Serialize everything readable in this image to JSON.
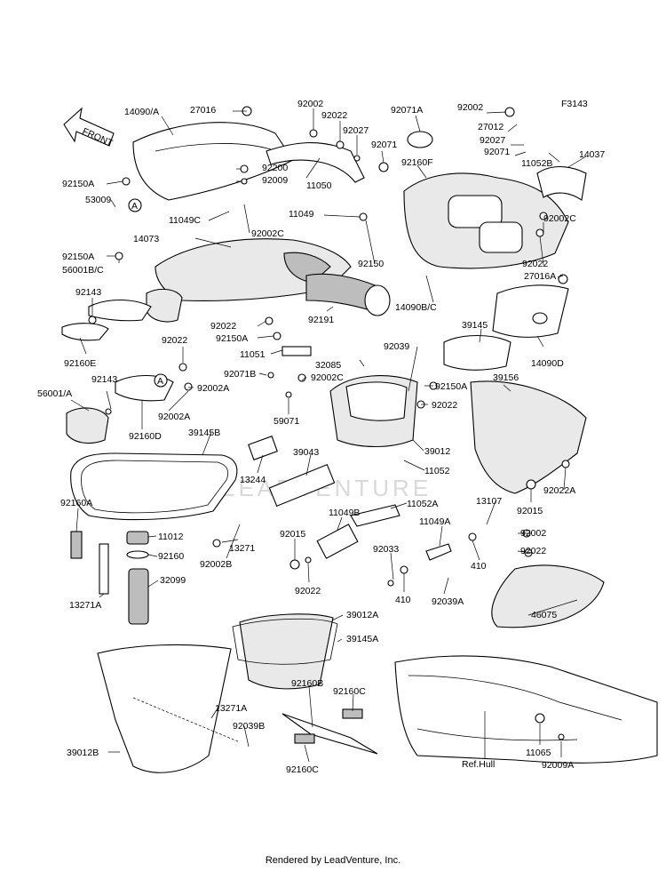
{
  "diagram_code": "F3143",
  "arrow_label": "FRONT",
  "ref_marker": "A",
  "watermark": "LEADVENTURE",
  "footer": "Rendered by LeadVenture, Inc.",
  "callouts": [
    "14090/A",
    "27016",
    "92002",
    "92022",
    "92027",
    "92071A",
    "92002",
    "27012",
    "92027",
    "92071",
    "92200",
    "92009",
    "11050",
    "92071",
    "92160F",
    "11052B",
    "14037",
    "92150A",
    "53009",
    "11049C",
    "11049",
    "92002C",
    "92002C",
    "14073",
    "92150A",
    "56001B/C",
    "92150",
    "92022",
    "27016A",
    "92143",
    "14090B/C",
    "92191",
    "92160E",
    "92022",
    "92150A",
    "92039",
    "39145",
    "92022",
    "11051",
    "32085",
    "14090D",
    "92071B",
    "92002C",
    "92002A",
    "92143",
    "92150A",
    "39156",
    "56001/A",
    "92002A",
    "92022",
    "59071",
    "92160D",
    "39145B",
    "39012",
    "39043",
    "11052",
    "13244",
    "92022A",
    "92015",
    "11049B",
    "11052A",
    "13107",
    "92160A",
    "11012",
    "92015",
    "13271",
    "11049A",
    "92002",
    "92160",
    "92002B",
    "92033",
    "410",
    "92022",
    "92022",
    "13271A",
    "32099",
    "410",
    "92039A",
    "39012A",
    "46075",
    "39145A",
    "13271A",
    "92160B",
    "92160C",
    "92039B",
    "11065",
    "Ref.Hull",
    "39012B",
    "92160C",
    "92009A"
  ]
}
